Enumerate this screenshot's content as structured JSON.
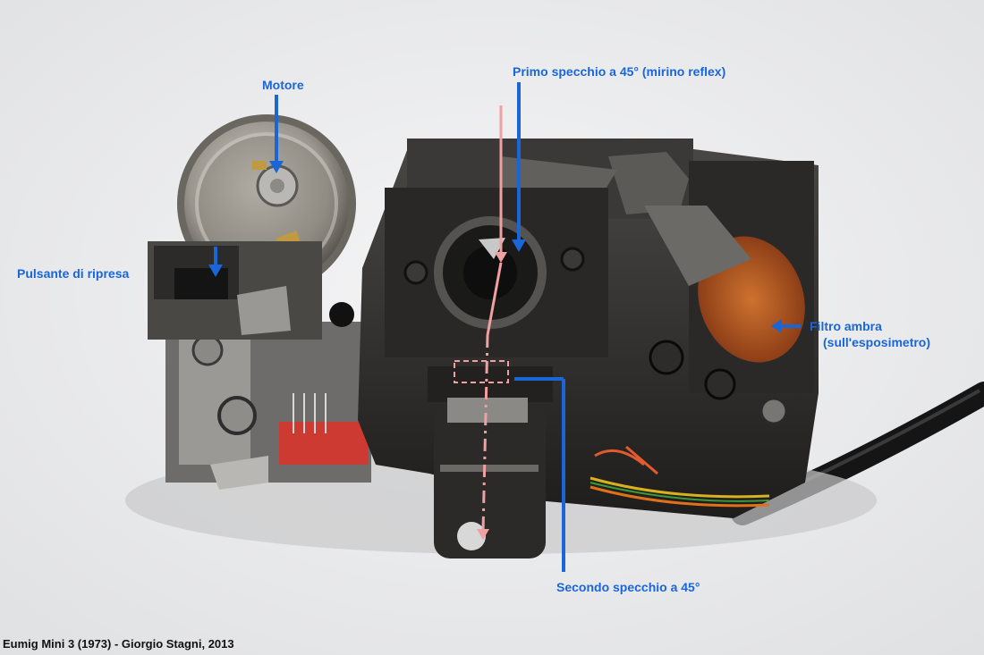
{
  "labels": {
    "motor": "Motore",
    "first_mirror": "Primo specchio a 45° (mirino reflex)",
    "trigger": "Pulsante di ripresa",
    "amber_filter_line1": "Filtro ambra",
    "amber_filter_line2": "(sull'esposimetro)",
    "second_mirror": "Secondo specchio a 45°"
  },
  "caption": "Eumig Mini 3 (1973) - Giorgio Stagni, 2013",
  "colors": {
    "label_blue": "#1a66d8",
    "light_path_pink": "#f0a0a0",
    "background": "#ededee",
    "amber_filter": "#c8561a"
  }
}
